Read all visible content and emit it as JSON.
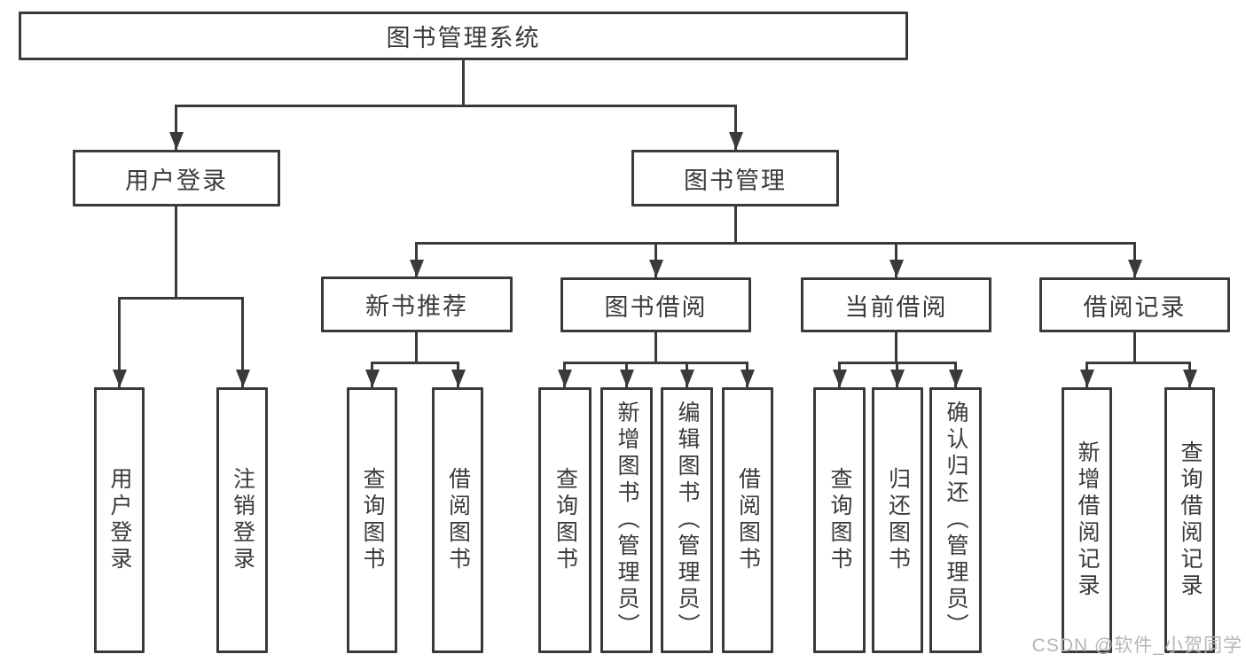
{
  "colors": {
    "line": "#3a3a3a",
    "text": "#3a3a3a",
    "background": "#ffffff",
    "watermark": "#b5b5b5"
  },
  "nodes": {
    "root": {
      "id": "library-management-system",
      "label": "图书管理系统"
    },
    "level2": [
      {
        "id": "user-login",
        "label": "用户登录",
        "parent": "library-management-system"
      },
      {
        "id": "book-management",
        "label": "图书管理",
        "parent": "library-management-system"
      }
    ],
    "level3": [
      {
        "id": "new-book-recommend",
        "label": "新书推荐",
        "parent": "book-management"
      },
      {
        "id": "book-borrowing",
        "label": "图书借阅",
        "parent": "book-management"
      },
      {
        "id": "current-borrowing",
        "label": "当前借阅",
        "parent": "book-management"
      },
      {
        "id": "borrowing-records",
        "label": "借阅记录",
        "parent": "book-management"
      }
    ],
    "leaves": [
      {
        "id": "user-login-leaf",
        "label": "用户登录",
        "parent": "user-login"
      },
      {
        "id": "logout",
        "label": "注销登录",
        "parent": "user-login"
      },
      {
        "id": "query-books-recommend",
        "label": "查询图书",
        "parent": "new-book-recommend"
      },
      {
        "id": "borrow-books-recommend",
        "label": "借阅图书",
        "parent": "new-book-recommend"
      },
      {
        "id": "query-books-borrowing",
        "label": "查询图书",
        "parent": "book-borrowing"
      },
      {
        "id": "add-books-admin",
        "label": "新增图书（管理员）",
        "parent": "book-borrowing"
      },
      {
        "id": "edit-books-admin",
        "label": "编辑图书（管理员）",
        "parent": "book-borrowing"
      },
      {
        "id": "borrow-books-borrowing",
        "label": "借阅图书",
        "parent": "book-borrowing"
      },
      {
        "id": "query-books-current",
        "label": "查询图书",
        "parent": "current-borrowing"
      },
      {
        "id": "return-books",
        "label": "归还图书",
        "parent": "current-borrowing"
      },
      {
        "id": "confirm-return-admin",
        "label": "确认归还（管理员）",
        "parent": "current-borrowing"
      },
      {
        "id": "add-borrow-record",
        "label": "新增借阅记录",
        "parent": "borrowing-records"
      },
      {
        "id": "query-borrow-record",
        "label": "查询借阅记录",
        "parent": "borrowing-records"
      }
    ]
  },
  "watermark": {
    "text": "CSDN @软件_小贺同学"
  }
}
